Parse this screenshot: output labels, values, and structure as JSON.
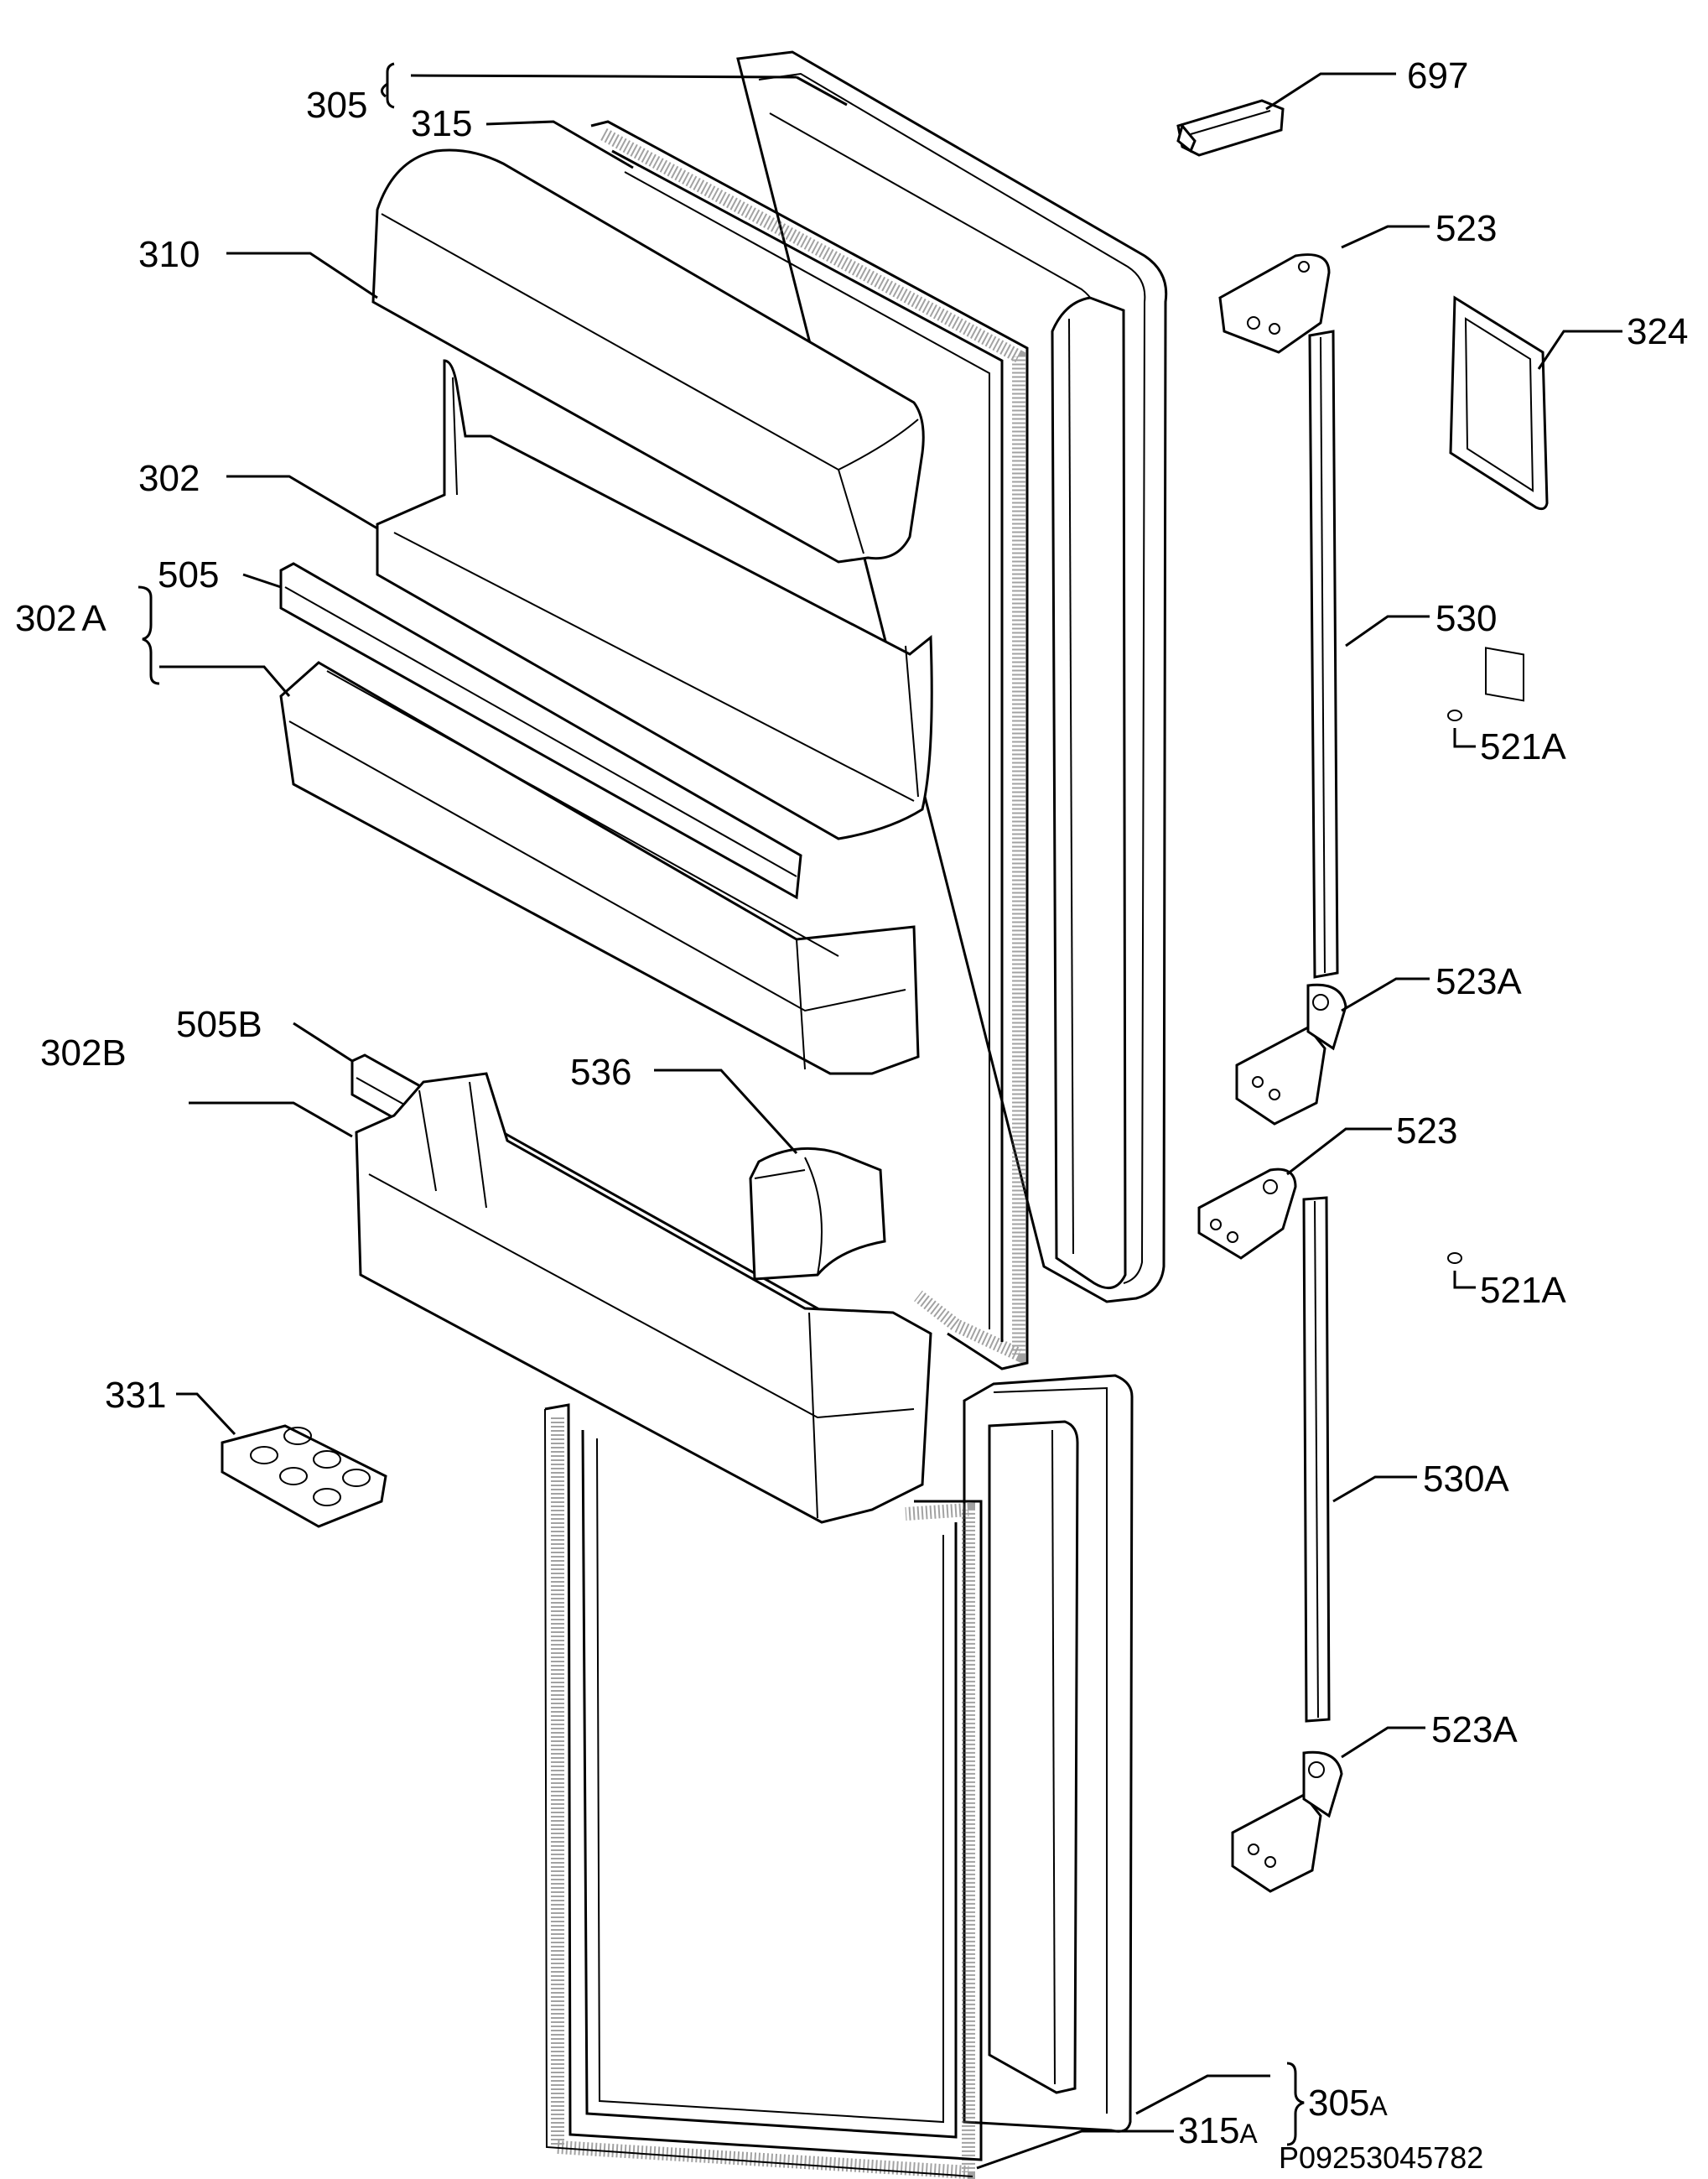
{
  "drawing_ref": "P09253045782",
  "labels": {
    "l305": "305",
    "l315": "315",
    "l697": "697",
    "l310": "310",
    "l523_top": "523",
    "l324": "324",
    "l302": "302",
    "l302A": "302",
    "l302A_suffix": "A",
    "l505": "505",
    "l530": "530",
    "l521A_1": "521A",
    "l523A_1": "523A",
    "l302B": "302B",
    "l505B": "505B",
    "l536": "536",
    "l523_mid": "523",
    "l521A_2": "521A",
    "l331": "331",
    "l530A": "530A",
    "l523A_2": "523A",
    "l305A": "305",
    "l305A_suffix": "A",
    "l315A": "315",
    "l315A_suffix": "A"
  }
}
